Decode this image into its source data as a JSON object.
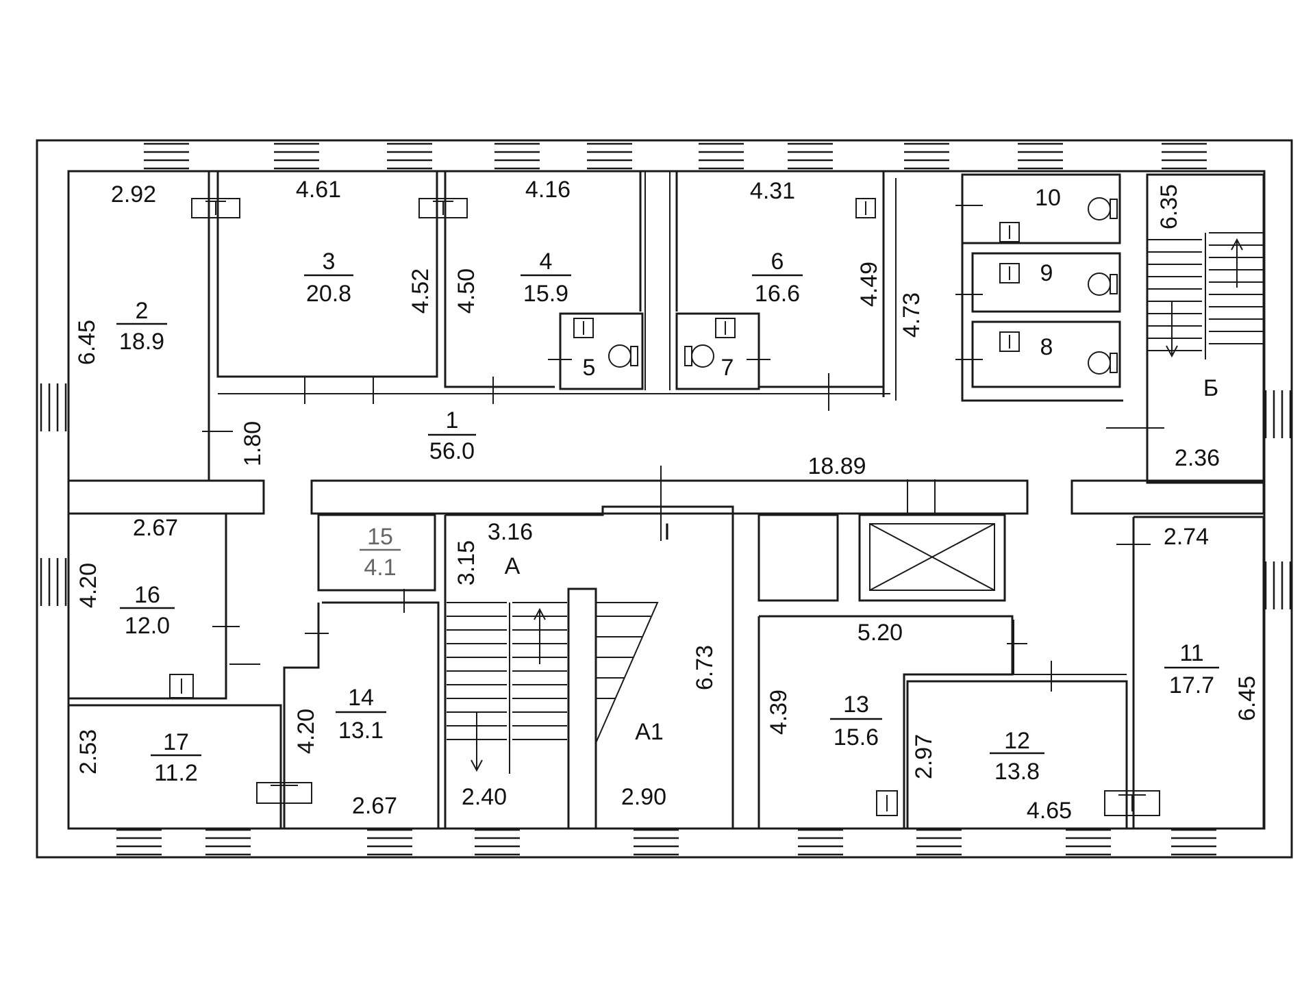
{
  "rooms": [
    {
      "id": "1",
      "number": "1",
      "area": "56.0"
    },
    {
      "id": "2",
      "number": "2",
      "area": "18.9"
    },
    {
      "id": "3",
      "number": "3",
      "area": "20.8"
    },
    {
      "id": "4",
      "number": "4",
      "area": "15.9"
    },
    {
      "id": "6",
      "number": "6",
      "area": "16.6"
    },
    {
      "id": "11",
      "number": "11",
      "area": "17.7"
    },
    {
      "id": "12",
      "number": "12",
      "area": "13.8"
    },
    {
      "id": "13",
      "number": "13",
      "area": "15.6"
    },
    {
      "id": "14",
      "number": "14",
      "area": "13.1"
    },
    {
      "id": "15",
      "number": "15",
      "area": "4.1"
    },
    {
      "id": "16",
      "number": "16",
      "area": "12.0"
    },
    {
      "id": "17",
      "number": "17",
      "area": "11.2"
    }
  ],
  "labels": {
    "r5": "5",
    "r7": "7",
    "r8": "8",
    "r9": "9",
    "r10": "10",
    "stair_a": "А",
    "stair_a1": "А1",
    "stair_b": "Б",
    "mark_i": "I"
  },
  "dimensions": {
    "d_2_92": "2.92",
    "d_4_61": "4.61",
    "d_4_16": "4.16",
    "d_4_31": "4.31",
    "d_6_35": "6.35",
    "d_6_45_left": "6.45",
    "d_4_52": "4.52",
    "d_4_50": "4.50",
    "d_4_49": "4.49",
    "d_4_73": "4.73",
    "d_1_80": "1.80",
    "d_18_89": "18.89",
    "d_2_36": "2.36",
    "d_2_67_top": "2.67",
    "d_4_20_left": "4.20",
    "d_3_16": "3.16",
    "d_3_15": "3.15",
    "d_2_74": "2.74",
    "d_6_73": "6.73",
    "d_5_20": "5.20",
    "d_6_45_right": "6.45",
    "d_4_39": "4.39",
    "d_2_97": "2.97",
    "d_2_53": "2.53",
    "d_4_20_mid": "4.20",
    "d_2_67_bottom": "2.67",
    "d_2_40": "2.40",
    "d_2_90": "2.90",
    "d_4_65": "4.65"
  }
}
